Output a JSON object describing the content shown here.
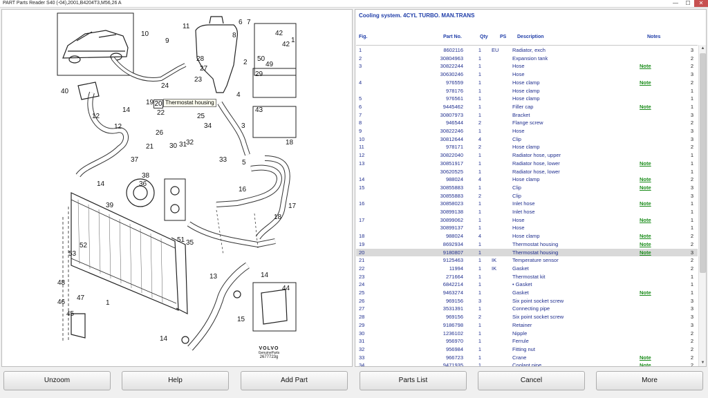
{
  "window": {
    "title": "PART Parts Reader S40 (-04),2001,B4204T3,M56,26 A",
    "min": "—",
    "max": "☐",
    "close": "✕"
  },
  "diagram": {
    "tooltip": "Thermostat housing",
    "selected_fig": "20",
    "callouts": [
      "6",
      "7",
      "11",
      "10",
      "9",
      "8",
      "42",
      "42",
      "1",
      "50",
      "49",
      "28",
      "27",
      "2",
      "40",
      "24",
      "23",
      "4",
      "29",
      "19",
      "20",
      "22",
      "25",
      "14",
      "3",
      "12",
      "12",
      "26",
      "21",
      "43",
      "34",
      "30",
      "31",
      "32",
      "33",
      "5",
      "18",
      "37",
      "38",
      "36",
      "14",
      "39",
      "16",
      "17",
      "18",
      "51",
      "35",
      "52",
      "53",
      "48",
      "46",
      "47",
      "45",
      "13",
      "44",
      "14",
      "14",
      "15",
      "1"
    ],
    "logo": {
      "brand": "VOLVO",
      "sub": "GenuineParts",
      "code": "2677723g"
    }
  },
  "parts": {
    "title": "Cooling system. 4CYL TURBO. MAN.TRANS",
    "headers": {
      "fig": "Fig.",
      "part": "Part No.",
      "qty": "Qty",
      "ps": "PS",
      "desc": "Description",
      "notes": "Notes"
    },
    "rows": [
      {
        "fig": "1",
        "part": "8602116",
        "qty": "1",
        "ps": "EU",
        "desc": "Radiator, exch",
        "note": "",
        "n": "3"
      },
      {
        "fig": "2",
        "part": "30804963",
        "qty": "1",
        "ps": "",
        "desc": "Expansion tank",
        "note": "",
        "n": "2"
      },
      {
        "fig": "3",
        "part": "30822244",
        "qty": "1",
        "ps": "",
        "desc": "Hose",
        "note": "Note",
        "n": "2"
      },
      {
        "fig": "",
        "part": "30630246",
        "qty": "1",
        "ps": "",
        "desc": "Hose",
        "note": "",
        "n": "3"
      },
      {
        "fig": "4",
        "part": "976559",
        "qty": "1",
        "ps": "",
        "desc": "Hose clamp",
        "note": "Note",
        "n": "2"
      },
      {
        "fig": "",
        "part": "978176",
        "qty": "1",
        "ps": "",
        "desc": "Hose clamp",
        "note": "",
        "n": "1"
      },
      {
        "fig": "5",
        "part": "976561",
        "qty": "1",
        "ps": "",
        "desc": "Hose clamp",
        "note": "",
        "n": "1"
      },
      {
        "fig": "6",
        "part": "9445462",
        "qty": "1",
        "ps": "",
        "desc": "Filler cap",
        "note": "Note",
        "n": "1"
      },
      {
        "fig": "7",
        "part": "30807973",
        "qty": "1",
        "ps": "",
        "desc": "Bracket",
        "note": "",
        "n": "3"
      },
      {
        "fig": "8",
        "part": "946544",
        "qty": "2",
        "ps": "",
        "desc": "Flange screw",
        "note": "",
        "n": "2"
      },
      {
        "fig": "9",
        "part": "30822246",
        "qty": "1",
        "ps": "",
        "desc": "Hose",
        "note": "",
        "n": "3"
      },
      {
        "fig": "10",
        "part": "30812644",
        "qty": "4",
        "ps": "",
        "desc": "Clip",
        "note": "",
        "n": "3"
      },
      {
        "fig": "11",
        "part": "978171",
        "qty": "2",
        "ps": "",
        "desc": "Hose clamp",
        "note": "",
        "n": "2"
      },
      {
        "fig": "12",
        "part": "30822040",
        "qty": "1",
        "ps": "",
        "desc": "Radiator hose, upper",
        "note": "",
        "n": "1"
      },
      {
        "fig": "13",
        "part": "30851917",
        "qty": "1",
        "ps": "",
        "desc": "Radiator hose, lower",
        "note": "Note",
        "n": "1"
      },
      {
        "fig": "",
        "part": "30620525",
        "qty": "1",
        "ps": "",
        "desc": "Radiator hose, lower",
        "note": "",
        "n": "1"
      },
      {
        "fig": "14",
        "part": "988024",
        "qty": "4",
        "ps": "",
        "desc": "Hose clamp",
        "note": "Note",
        "n": "2"
      },
      {
        "fig": "15",
        "part": "30855883",
        "qty": "1",
        "ps": "",
        "desc": "Clip",
        "note": "Note",
        "n": "3"
      },
      {
        "fig": "",
        "part": "30855883",
        "qty": "2",
        "ps": "",
        "desc": "Clip",
        "note": "",
        "n": "3"
      },
      {
        "fig": "16",
        "part": "30858023",
        "qty": "1",
        "ps": "",
        "desc": "Inlet hose",
        "note": "Note",
        "n": "1"
      },
      {
        "fig": "",
        "part": "30899138",
        "qty": "1",
        "ps": "",
        "desc": "Inlet hose",
        "note": "",
        "n": "1"
      },
      {
        "fig": "17",
        "part": "30899062",
        "qty": "1",
        "ps": "",
        "desc": "Hose",
        "note": "Note",
        "n": "1"
      },
      {
        "fig": "",
        "part": "30899137",
        "qty": "1",
        "ps": "",
        "desc": "Hose",
        "note": "",
        "n": "1"
      },
      {
        "fig": "18",
        "part": "988024",
        "qty": "4",
        "ps": "",
        "desc": "Hose clamp",
        "note": "Note",
        "n": "2"
      },
      {
        "fig": "19",
        "part": "8692934",
        "qty": "1",
        "ps": "",
        "desc": "Thermostat housing",
        "note": "Note",
        "n": "2"
      },
      {
        "fig": "20",
        "part": "9180807",
        "qty": "1",
        "ps": "",
        "desc": "Thermostat housing",
        "note": "Note",
        "n": "3",
        "selected": true
      },
      {
        "fig": "21",
        "part": "9125463",
        "qty": "1",
        "ps": "IK",
        "desc": "Temperature sensor",
        "note": "",
        "n": "2"
      },
      {
        "fig": "22",
        "part": "11994",
        "qty": "1",
        "ps": "IK",
        "desc": "Gasket",
        "note": "",
        "n": "2"
      },
      {
        "fig": "23",
        "part": "271664",
        "qty": "1",
        "ps": "",
        "desc": "Thermostat kit",
        "note": "",
        "n": "1"
      },
      {
        "fig": "24",
        "part": "6842214",
        "qty": "1",
        "ps": "",
        "desc": "• Gasket",
        "note": "",
        "n": "1"
      },
      {
        "fig": "25",
        "part": "9463274",
        "qty": "1",
        "ps": "",
        "desc": "Gasket",
        "note": "Note",
        "n": "1"
      },
      {
        "fig": "26",
        "part": "969156",
        "qty": "3",
        "ps": "",
        "desc": "Six point socket screw",
        "note": "",
        "n": "3"
      },
      {
        "fig": "27",
        "part": "3531391",
        "qty": "1",
        "ps": "",
        "desc": "Connecting pipe",
        "note": "",
        "n": "3"
      },
      {
        "fig": "28",
        "part": "969156",
        "qty": "2",
        "ps": "",
        "desc": "Six point socket screw",
        "note": "",
        "n": "3"
      },
      {
        "fig": "29",
        "part": "9186798",
        "qty": "1",
        "ps": "",
        "desc": "Retainer",
        "note": "",
        "n": "3"
      },
      {
        "fig": "30",
        "part": "1236102",
        "qty": "1",
        "ps": "",
        "desc": "Nipple",
        "note": "",
        "n": "2"
      },
      {
        "fig": "31",
        "part": "956970",
        "qty": "1",
        "ps": "",
        "desc": "Ferrule",
        "note": "",
        "n": "2"
      },
      {
        "fig": "32",
        "part": "956984",
        "qty": "1",
        "ps": "",
        "desc": "Fitting nut",
        "note": "",
        "n": "2"
      },
      {
        "fig": "33",
        "part": "966723",
        "qty": "1",
        "ps": "",
        "desc": "Crane",
        "note": "Note",
        "n": "2"
      },
      {
        "fig": "34",
        "part": "9471935",
        "qty": "1",
        "ps": "",
        "desc": "Coolant pipe",
        "note": "Note",
        "n": "2"
      }
    ]
  },
  "buttons": {
    "unzoom": "Unzoom",
    "help": "Help",
    "add_part": "Add Part",
    "parts_list": "Parts List",
    "cancel": "Cancel",
    "more": "More"
  }
}
